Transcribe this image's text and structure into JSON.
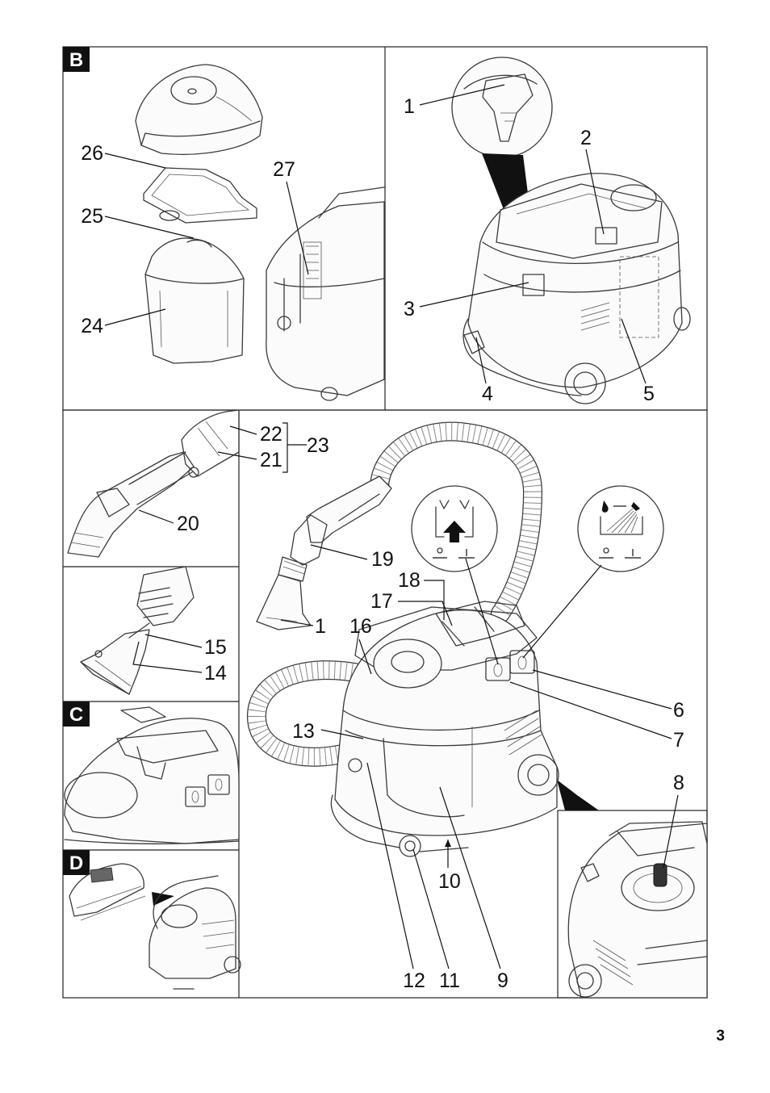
{
  "page_number": "3",
  "panels": {
    "b": {
      "letter": "B"
    },
    "c": {
      "letter": "C"
    },
    "d": {
      "letter": "D"
    }
  },
  "callouts": {
    "b_left": [
      "26",
      "25",
      "24",
      "27"
    ],
    "b_right": [
      "1",
      "2",
      "3",
      "4",
      "5"
    ],
    "main": [
      "22",
      "21",
      "23",
      "20",
      "19",
      "18",
      "17",
      "1",
      "16",
      "15",
      "14",
      "13",
      "6",
      "7",
      "8",
      "10",
      "12",
      "11",
      "9"
    ]
  },
  "icons": [
    "detergent-off-icon",
    "spray-icon"
  ]
}
